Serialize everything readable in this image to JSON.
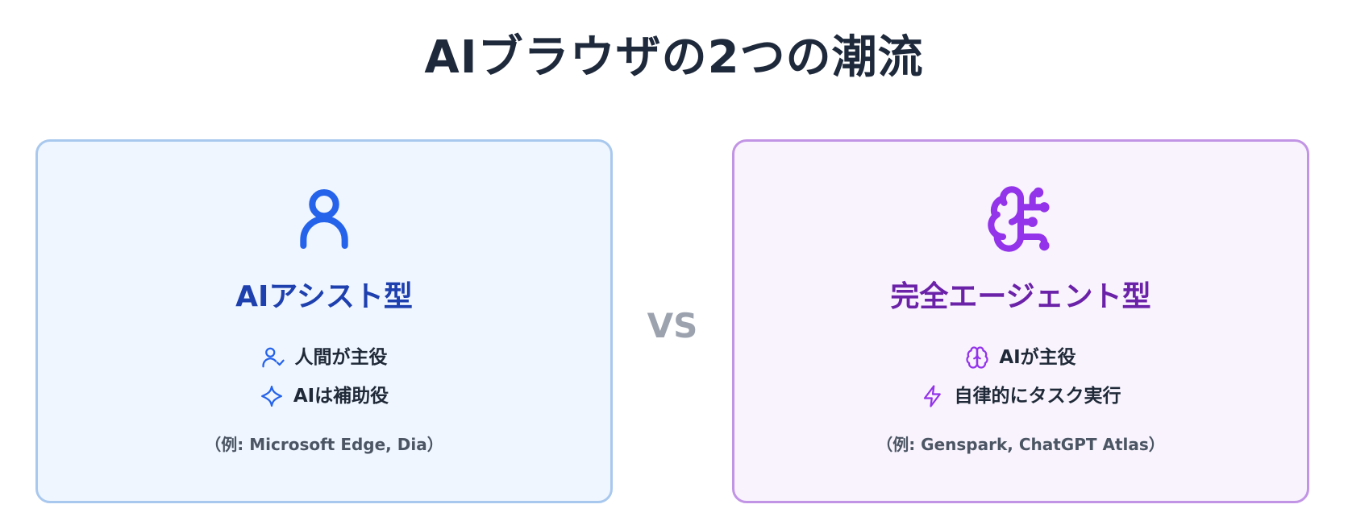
{
  "title": "AIブラウザの2つの潮流",
  "vs_label": "VS",
  "colors": {
    "blue_accent": "#2563eb",
    "blue_title": "#1e40af",
    "purple_accent": "#9333ea",
    "purple_title": "#6b21a8",
    "vs_gray": "#9ca3af"
  },
  "left_card": {
    "icon": "user-icon",
    "title": "AIアシスト型",
    "features": [
      {
        "icon": "user-check-icon",
        "text": "人間が主役"
      },
      {
        "icon": "sparkle-icon",
        "text": "AIは補助役"
      }
    ],
    "example": "（例: Microsoft Edge, Dia）"
  },
  "right_card": {
    "icon": "brain-circuit-icon",
    "title": "完全エージェント型",
    "features": [
      {
        "icon": "brain-icon",
        "text": "AIが主役"
      },
      {
        "icon": "lightning-icon",
        "text": "自律的にタスク実行"
      }
    ],
    "example": "（例: Genspark, ChatGPT Atlas）"
  }
}
